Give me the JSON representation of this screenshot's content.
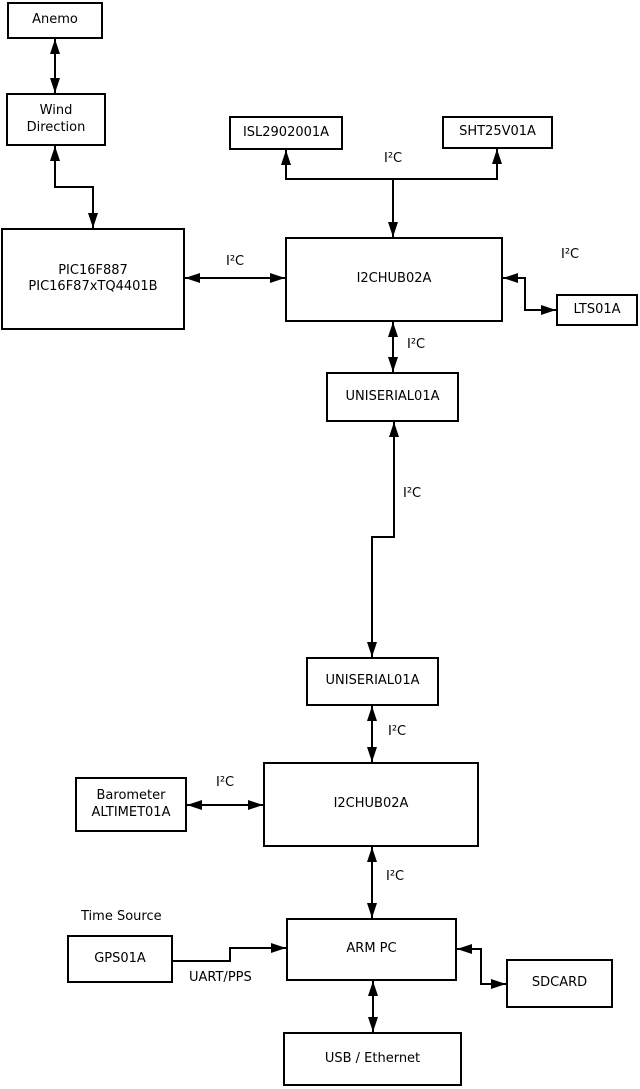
{
  "diagram": {
    "colors": {
      "background": "#ffffff",
      "line": "#000000",
      "text": "#000000"
    },
    "nodes": {
      "anemo": {
        "label": "Anemo"
      },
      "wind_direction": {
        "label": "Wind\nDirection"
      },
      "pic": {
        "label": "PIC16F887\nPIC16F87xTQ4401B"
      },
      "isl": {
        "label": "ISL2902001A"
      },
      "sht": {
        "label": "SHT25V01A"
      },
      "hub_top": {
        "label": "I2CHUB02A"
      },
      "lts": {
        "label": "LTS01A"
      },
      "uniserial_top": {
        "label": "UNISERIAL01A"
      },
      "uniserial_bottom": {
        "label": "UNISERIAL01A"
      },
      "hub_bottom": {
        "label": "I2CHUB02A"
      },
      "barometer": {
        "label": "Barometer\nALTIMET01A"
      },
      "gps": {
        "label": "GPS01A"
      },
      "arm_pc": {
        "label": "ARM PC"
      },
      "sdcard": {
        "label": "SDCARD"
      },
      "usb_ethernet": {
        "label": "USB / Ethernet"
      }
    },
    "edge_labels": {
      "i2c": "I²C",
      "uart_pps": "UART/PPS",
      "time_source": "Time Source"
    },
    "edges": [
      {
        "from": "Anemo",
        "to": "Wind Direction",
        "bidirectional": true,
        "label": ""
      },
      {
        "from": "Wind Direction",
        "to": "PIC16F887 PIC16F87xTQ4401B",
        "bidirectional": true,
        "label": ""
      },
      {
        "from": "PIC16F887 PIC16F87xTQ4401B",
        "to": "I2CHUB02A (top)",
        "bidirectional": true,
        "label": "I²C"
      },
      {
        "from": "I2CHUB02A (top)",
        "to": "ISL2902001A",
        "bidirectional": false,
        "label": "I²C"
      },
      {
        "from": "I2CHUB02A (top)",
        "to": "SHT25V01A",
        "bidirectional": false,
        "label": "I²C"
      },
      {
        "from": "I2CHUB02A (top)",
        "to": "LTS01A",
        "bidirectional": true,
        "label": "I²C"
      },
      {
        "from": "I2CHUB02A (top)",
        "to": "UNISERIAL01A (top)",
        "bidirectional": true,
        "label": "I²C"
      },
      {
        "from": "UNISERIAL01A (top)",
        "to": "UNISERIAL01A (bottom)",
        "bidirectional": true,
        "label": "I²C"
      },
      {
        "from": "UNISERIAL01A (bottom)",
        "to": "I2CHUB02A (bottom)",
        "bidirectional": true,
        "label": "I²C"
      },
      {
        "from": "Barometer ALTIMET01A",
        "to": "I2CHUB02A (bottom)",
        "bidirectional": true,
        "label": "I²C"
      },
      {
        "from": "I2CHUB02A (bottom)",
        "to": "ARM PC",
        "bidirectional": true,
        "label": "I²C"
      },
      {
        "from": "GPS01A",
        "to": "ARM PC",
        "bidirectional": false,
        "label": "UART/PPS"
      },
      {
        "from": "ARM PC",
        "to": "SDCARD",
        "bidirectional": true,
        "label": ""
      },
      {
        "from": "ARM PC",
        "to": "USB / Ethernet",
        "bidirectional": true,
        "label": ""
      }
    ]
  }
}
